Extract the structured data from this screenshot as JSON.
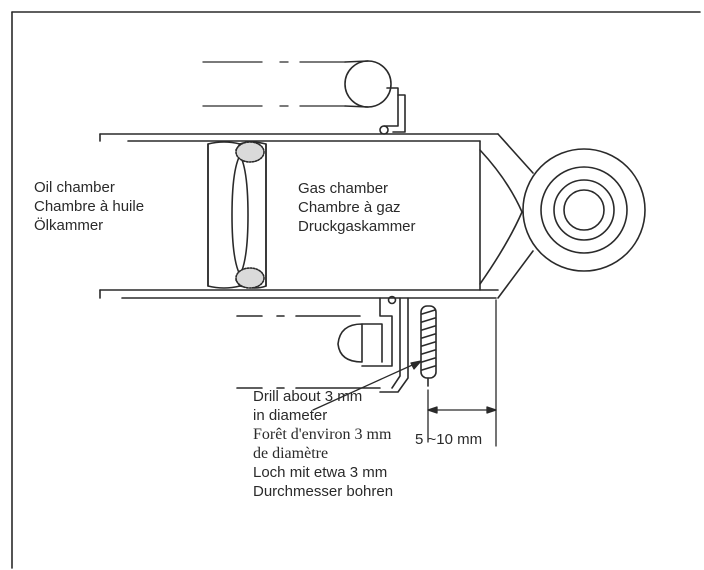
{
  "oil_chamber": {
    "en": "Oil chamber",
    "fr": "Chambre à huile",
    "de": "Ölkammer"
  },
  "gas_chamber": {
    "en": "Gas chamber",
    "fr": "Chambre à gaz",
    "de": "Druckgaskammer"
  },
  "drill_note": {
    "en_1": "Drill about 3 mm",
    "en_2": "in diameter",
    "fr_1": "Forêt d'environ 3 mm",
    "fr_2": "de diamètre",
    "de_1": "Loch mit etwa 3 mm",
    "de_2": "Durchmesser bohren"
  },
  "dimension": "5 ~10 mm",
  "colors": {
    "ink": "#2a2a2a",
    "paper": "#ffffff"
  }
}
